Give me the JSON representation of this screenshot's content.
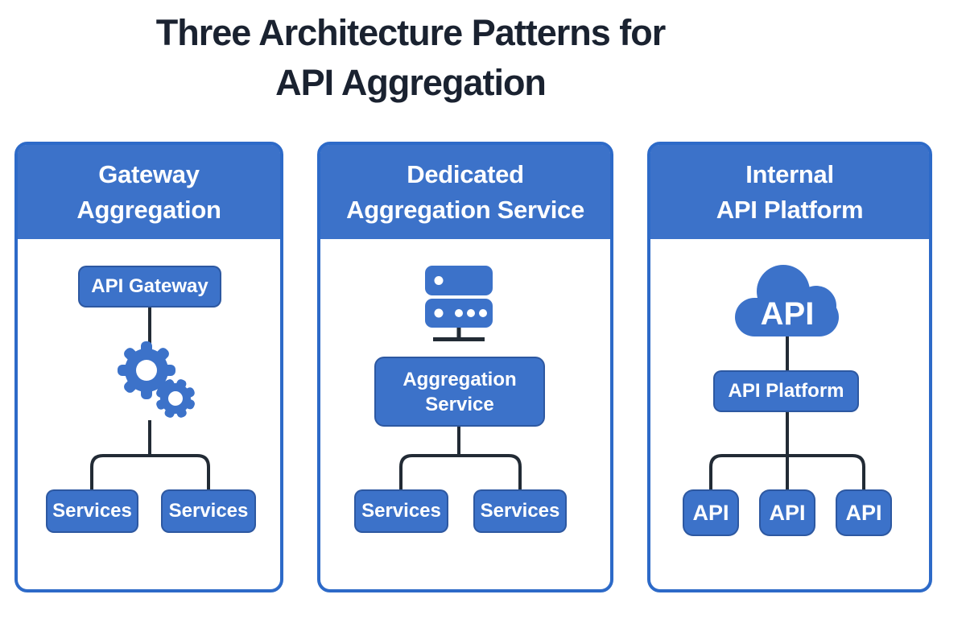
{
  "title": {
    "line1": "Three Architecture Patterns for",
    "line2": "API Aggregation"
  },
  "colors": {
    "node_blue": "#3c72c9",
    "panel_border_blue": "#2d6ac8",
    "connector_dark": "#222b35",
    "title_text": "#1a2230",
    "node_text": "#ffffff",
    "background": "#ffffff"
  },
  "panels": [
    {
      "id": "gateway-aggregation",
      "header_line1": "Gateway",
      "header_line2": "Aggregation",
      "icon": "gears-icon",
      "gateway_label": "API Gateway",
      "services": [
        "Services",
        "Services"
      ]
    },
    {
      "id": "dedicated-aggregation-service",
      "header_line1": "Dedicated",
      "header_line2": "Aggregation Service",
      "icon": "server-icon",
      "aggregator_line1": "Aggregation",
      "aggregator_line2": "Service",
      "services": [
        "Services",
        "Services"
      ]
    },
    {
      "id": "internal-api-platform",
      "header_line1": "Internal",
      "header_line2": "API Platform",
      "icon": "cloud-icon",
      "cloud_label": "API",
      "platform_label": "API Platform",
      "apis": [
        "API",
        "API",
        "API"
      ]
    }
  ]
}
